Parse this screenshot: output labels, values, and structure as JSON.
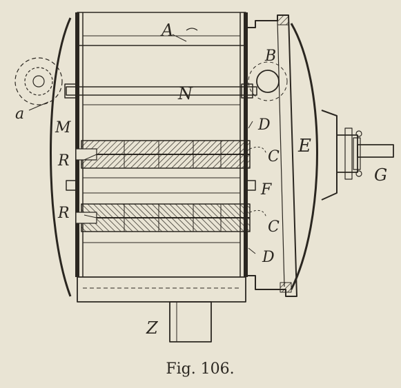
{
  "caption": "Fig. 106.",
  "labels": {
    "A_top": "A",
    "B": "B",
    "a": "a",
    "N": "N",
    "M": "M",
    "D_upper": "D",
    "R_upper": "R",
    "C_upper": "C",
    "E": "E",
    "F": "F",
    "G": "G",
    "R_lower": "R",
    "C_lower": "C",
    "D_lower": "D",
    "Z": "Z"
  },
  "colors": {
    "paper": "#e9e4d4",
    "ink": "#2a2620"
  }
}
